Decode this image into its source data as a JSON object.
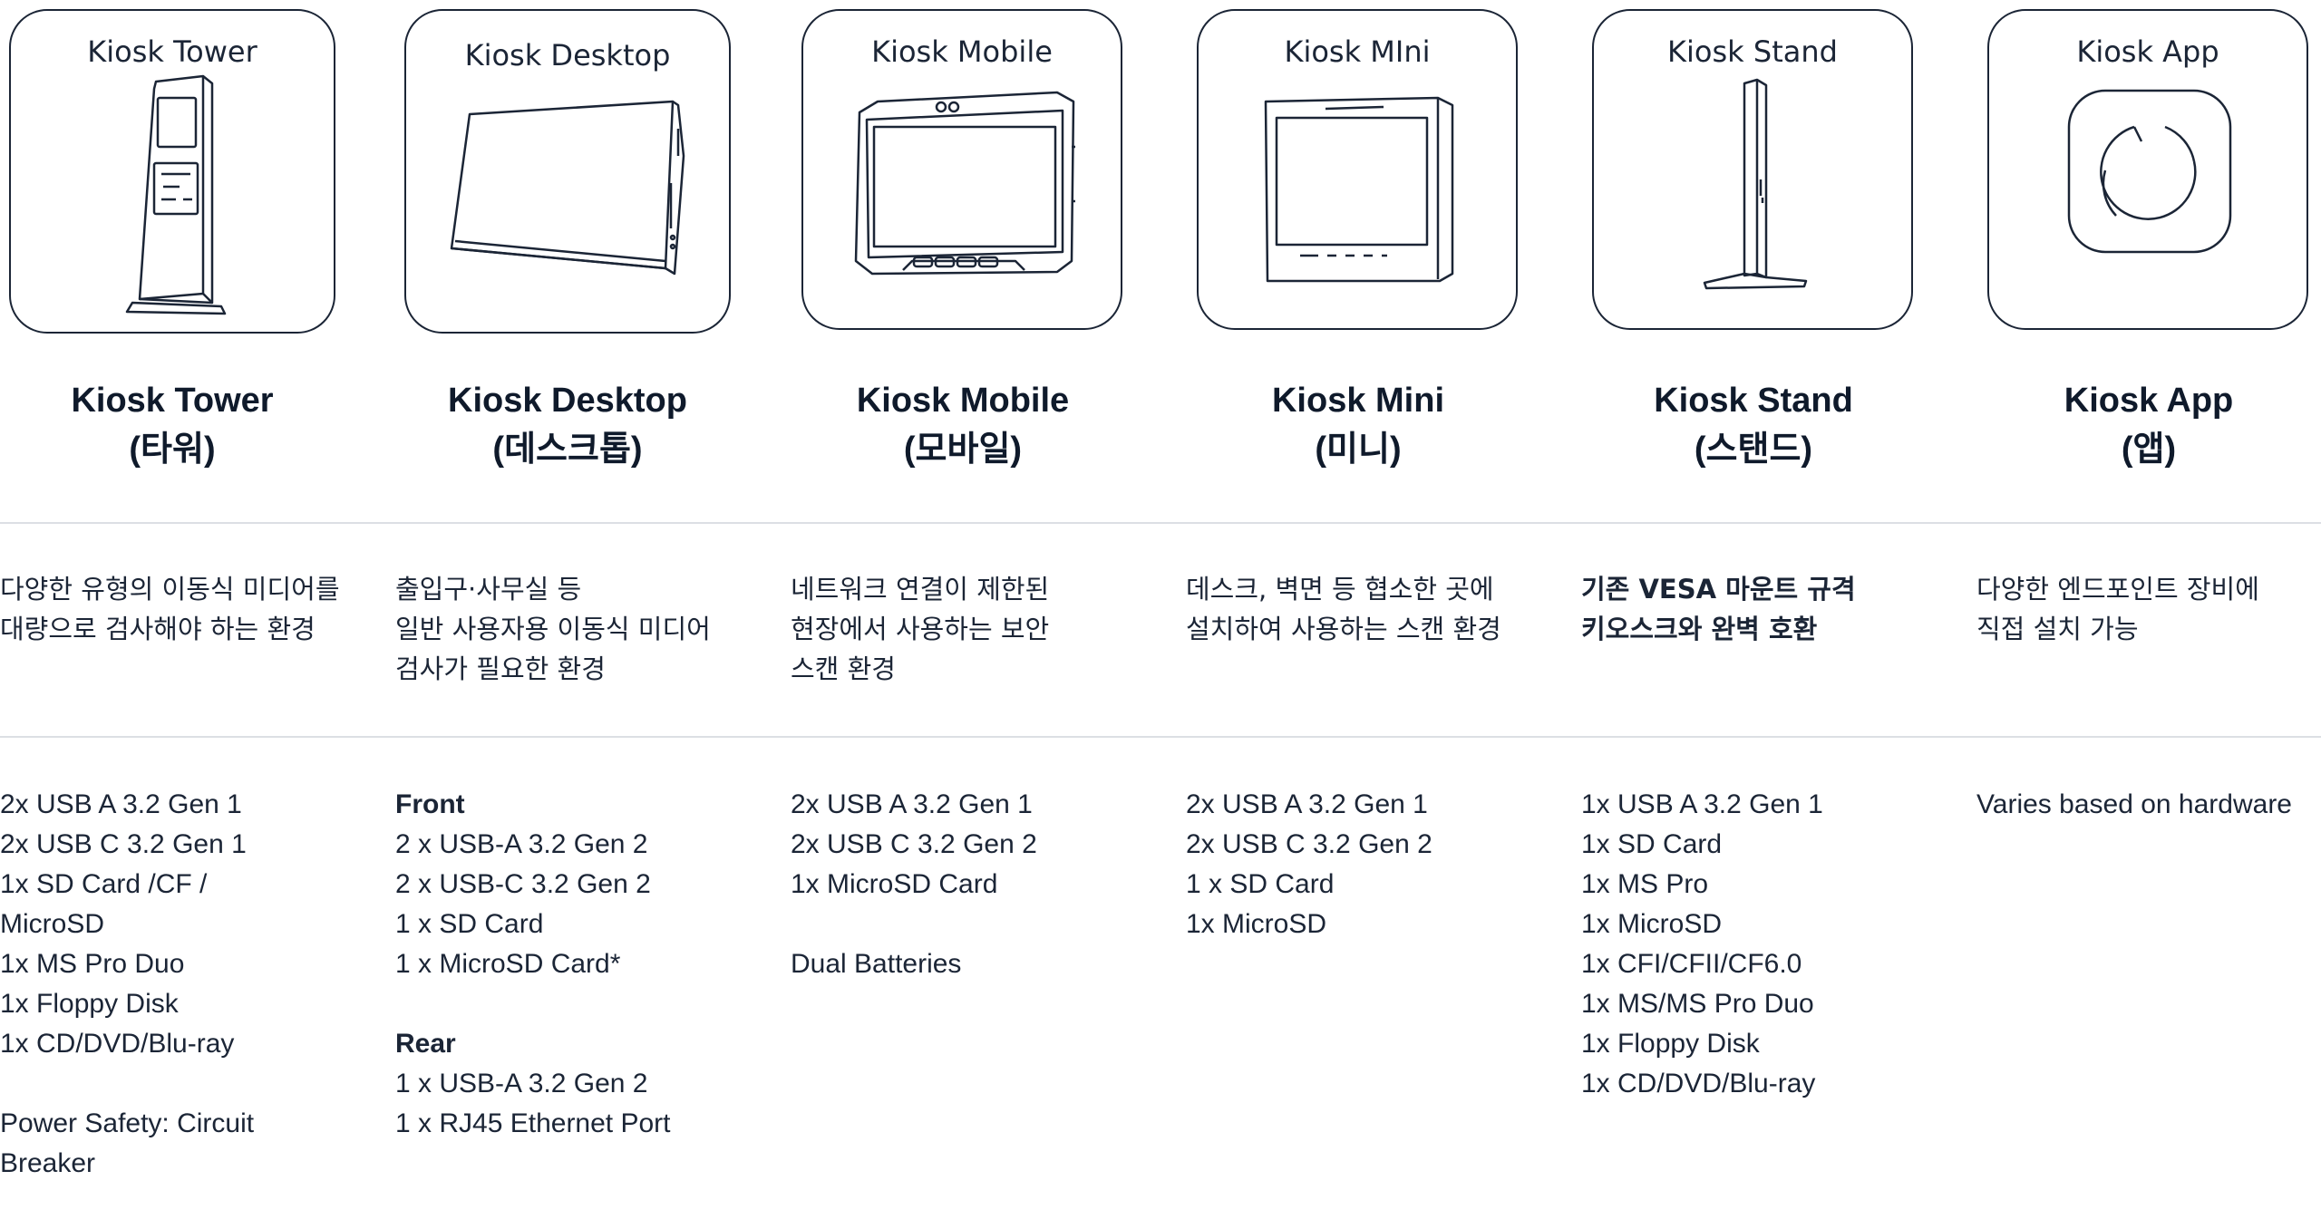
{
  "products": [
    {
      "card_label": "Kiosk Tower",
      "title_line1": "Kiosk Tower",
      "title_line2": "(타워)",
      "desc": [
        "다양한 유형의 이동식 미디어를",
        "대량으로 검사해야 하는 환경"
      ],
      "desc_bold": false,
      "specs": [
        {
          "text": "2x USB A 3.2 Gen 1",
          "bold": false
        },
        {
          "text": "2x USB C 3.2 Gen 1",
          "bold": false
        },
        {
          "text": "1x SD Card /CF /",
          "bold": false
        },
        {
          "text": "MicroSD",
          "bold": false
        },
        {
          "text": "1x MS Pro Duo",
          "bold": false
        },
        {
          "text": "1x Floppy Disk",
          "bold": false
        },
        {
          "text": "1x CD/DVD/Blu-ray",
          "bold": false
        },
        {
          "text": "",
          "bold": false
        },
        {
          "text": "Power Safety: Circuit",
          "bold": false
        },
        {
          "text": "Breaker",
          "bold": false
        }
      ]
    },
    {
      "card_label": "Kiosk Desktop",
      "title_line1": "Kiosk Desktop",
      "title_line2": "(데스크톱)",
      "desc": [
        "출입구·사무실 등",
        "일반 사용자용 이동식 미디어",
        "검사가 필요한 환경"
      ],
      "desc_bold": false,
      "specs": [
        {
          "text": "Front",
          "bold": true
        },
        {
          "text": "2 x USB-A 3.2 Gen 2",
          "bold": false
        },
        {
          "text": "2 x USB-C 3.2 Gen 2",
          "bold": false
        },
        {
          "text": "1 x SD Card",
          "bold": false
        },
        {
          "text": "1 x MicroSD Card*",
          "bold": false
        },
        {
          "text": "",
          "bold": false
        },
        {
          "text": "Rear",
          "bold": true
        },
        {
          "text": "1 x USB-A 3.2 Gen 2",
          "bold": false
        },
        {
          "text": "1 x RJ45 Ethernet Port",
          "bold": false
        }
      ]
    },
    {
      "card_label": "Kiosk Mobile",
      "title_line1": "Kiosk Mobile",
      "title_line2": "(모바일)",
      "desc": [
        "네트워크 연결이 제한된",
        "현장에서 사용하는 보안",
        "스캔 환경"
      ],
      "desc_bold": false,
      "specs": [
        {
          "text": "2x USB A 3.2 Gen 1",
          "bold": false
        },
        {
          "text": "2x USB C 3.2 Gen 2",
          "bold": false
        },
        {
          "text": "1x MicroSD Card",
          "bold": false
        },
        {
          "text": "",
          "bold": false
        },
        {
          "text": "Dual Batteries",
          "bold": false
        }
      ]
    },
    {
      "card_label": "Kiosk MIni",
      "title_line1": "Kiosk Mini",
      "title_line2": "(미니)",
      "desc": [
        "데스크, 벽면 등 협소한 곳에",
        "설치하여 사용하는 스캔 환경"
      ],
      "desc_bold": false,
      "specs": [
        {
          "text": "2x USB A 3.2 Gen 1",
          "bold": false
        },
        {
          "text": "2x USB C 3.2 Gen 2",
          "bold": false
        },
        {
          "text": "1 x SD Card",
          "bold": false
        },
        {
          "text": "1x MicroSD",
          "bold": false
        }
      ]
    },
    {
      "card_label": "Kiosk Stand",
      "title_line1": "Kiosk Stand",
      "title_line2": "(스탠드)",
      "desc": [
        "기존 VESA 마운트 규격",
        "키오스크와 완벽 호환"
      ],
      "desc_bold": true,
      "specs": [
        {
          "text": "1x USB A 3.2 Gen 1",
          "bold": false
        },
        {
          "text": "1x SD Card",
          "bold": false
        },
        {
          "text": "1x MS Pro",
          "bold": false
        },
        {
          "text": "1x MicroSD",
          "bold": false
        },
        {
          "text": "1x CFI/CFII/CF6.0",
          "bold": false
        },
        {
          "text": "1x MS/MS Pro Duo",
          "bold": false
        },
        {
          "text": "1x Floppy Disk",
          "bold": false
        },
        {
          "text": "1x CD/DVD/Blu-ray",
          "bold": false
        }
      ]
    },
    {
      "card_label": "Kiosk App",
      "title_line1": "Kiosk App",
      "title_line2": "(앱)",
      "desc": [
        "다양한 엔드포인트 장비에",
        "직접 설치 가능"
      ],
      "desc_bold": false,
      "specs": [
        {
          "text": "Varies based on hardware",
          "bold": false
        }
      ]
    }
  ],
  "colors": {
    "ink": "#1b2536",
    "divider": "#dcdfe4"
  }
}
